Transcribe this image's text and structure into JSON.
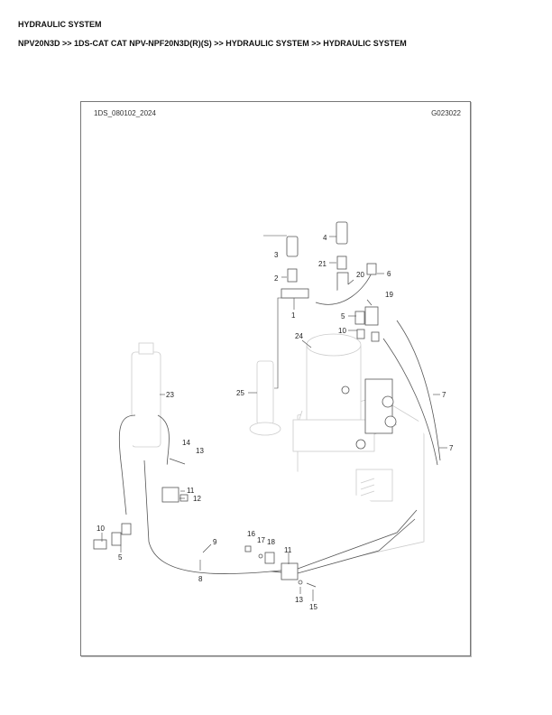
{
  "header": {
    "title": "HYDRAULIC SYSTEM",
    "breadcrumb": "NPV20N3D >> 1DS-CAT CAT NPV-NPF20N3D(R)(S) >> HYDRAULIC SYSTEM >> HYDRAULIC SYSTEM"
  },
  "diagram": {
    "drawing_id": "1DS_080102_2024",
    "figure_code": "G023022",
    "callouts": [
      {
        "n": "1",
        "label": "1"
      },
      {
        "n": "2",
        "label": "2"
      },
      {
        "n": "3",
        "label": "3"
      },
      {
        "n": "4",
        "label": "4"
      },
      {
        "n": "5a",
        "label": "5"
      },
      {
        "n": "5b",
        "label": "5"
      },
      {
        "n": "6",
        "label": "6"
      },
      {
        "n": "7a",
        "label": "7"
      },
      {
        "n": "7b",
        "label": "7"
      },
      {
        "n": "8",
        "label": "8"
      },
      {
        "n": "9",
        "label": "9"
      },
      {
        "n": "10a",
        "label": "10"
      },
      {
        "n": "10b",
        "label": "10"
      },
      {
        "n": "11a",
        "label": "11"
      },
      {
        "n": "11b",
        "label": "11"
      },
      {
        "n": "12",
        "label": "12"
      },
      {
        "n": "13a",
        "label": "13"
      },
      {
        "n": "13b",
        "label": "13"
      },
      {
        "n": "14",
        "label": "14"
      },
      {
        "n": "15",
        "label": "15"
      },
      {
        "n": "16",
        "label": "16"
      },
      {
        "n": "17",
        "label": "17"
      },
      {
        "n": "18",
        "label": "18"
      },
      {
        "n": "19",
        "label": "19"
      },
      {
        "n": "20",
        "label": "20"
      },
      {
        "n": "21",
        "label": "21"
      },
      {
        "n": "23",
        "label": "23"
      },
      {
        "n": "24",
        "label": "24"
      },
      {
        "n": "25",
        "label": "25"
      }
    ]
  }
}
